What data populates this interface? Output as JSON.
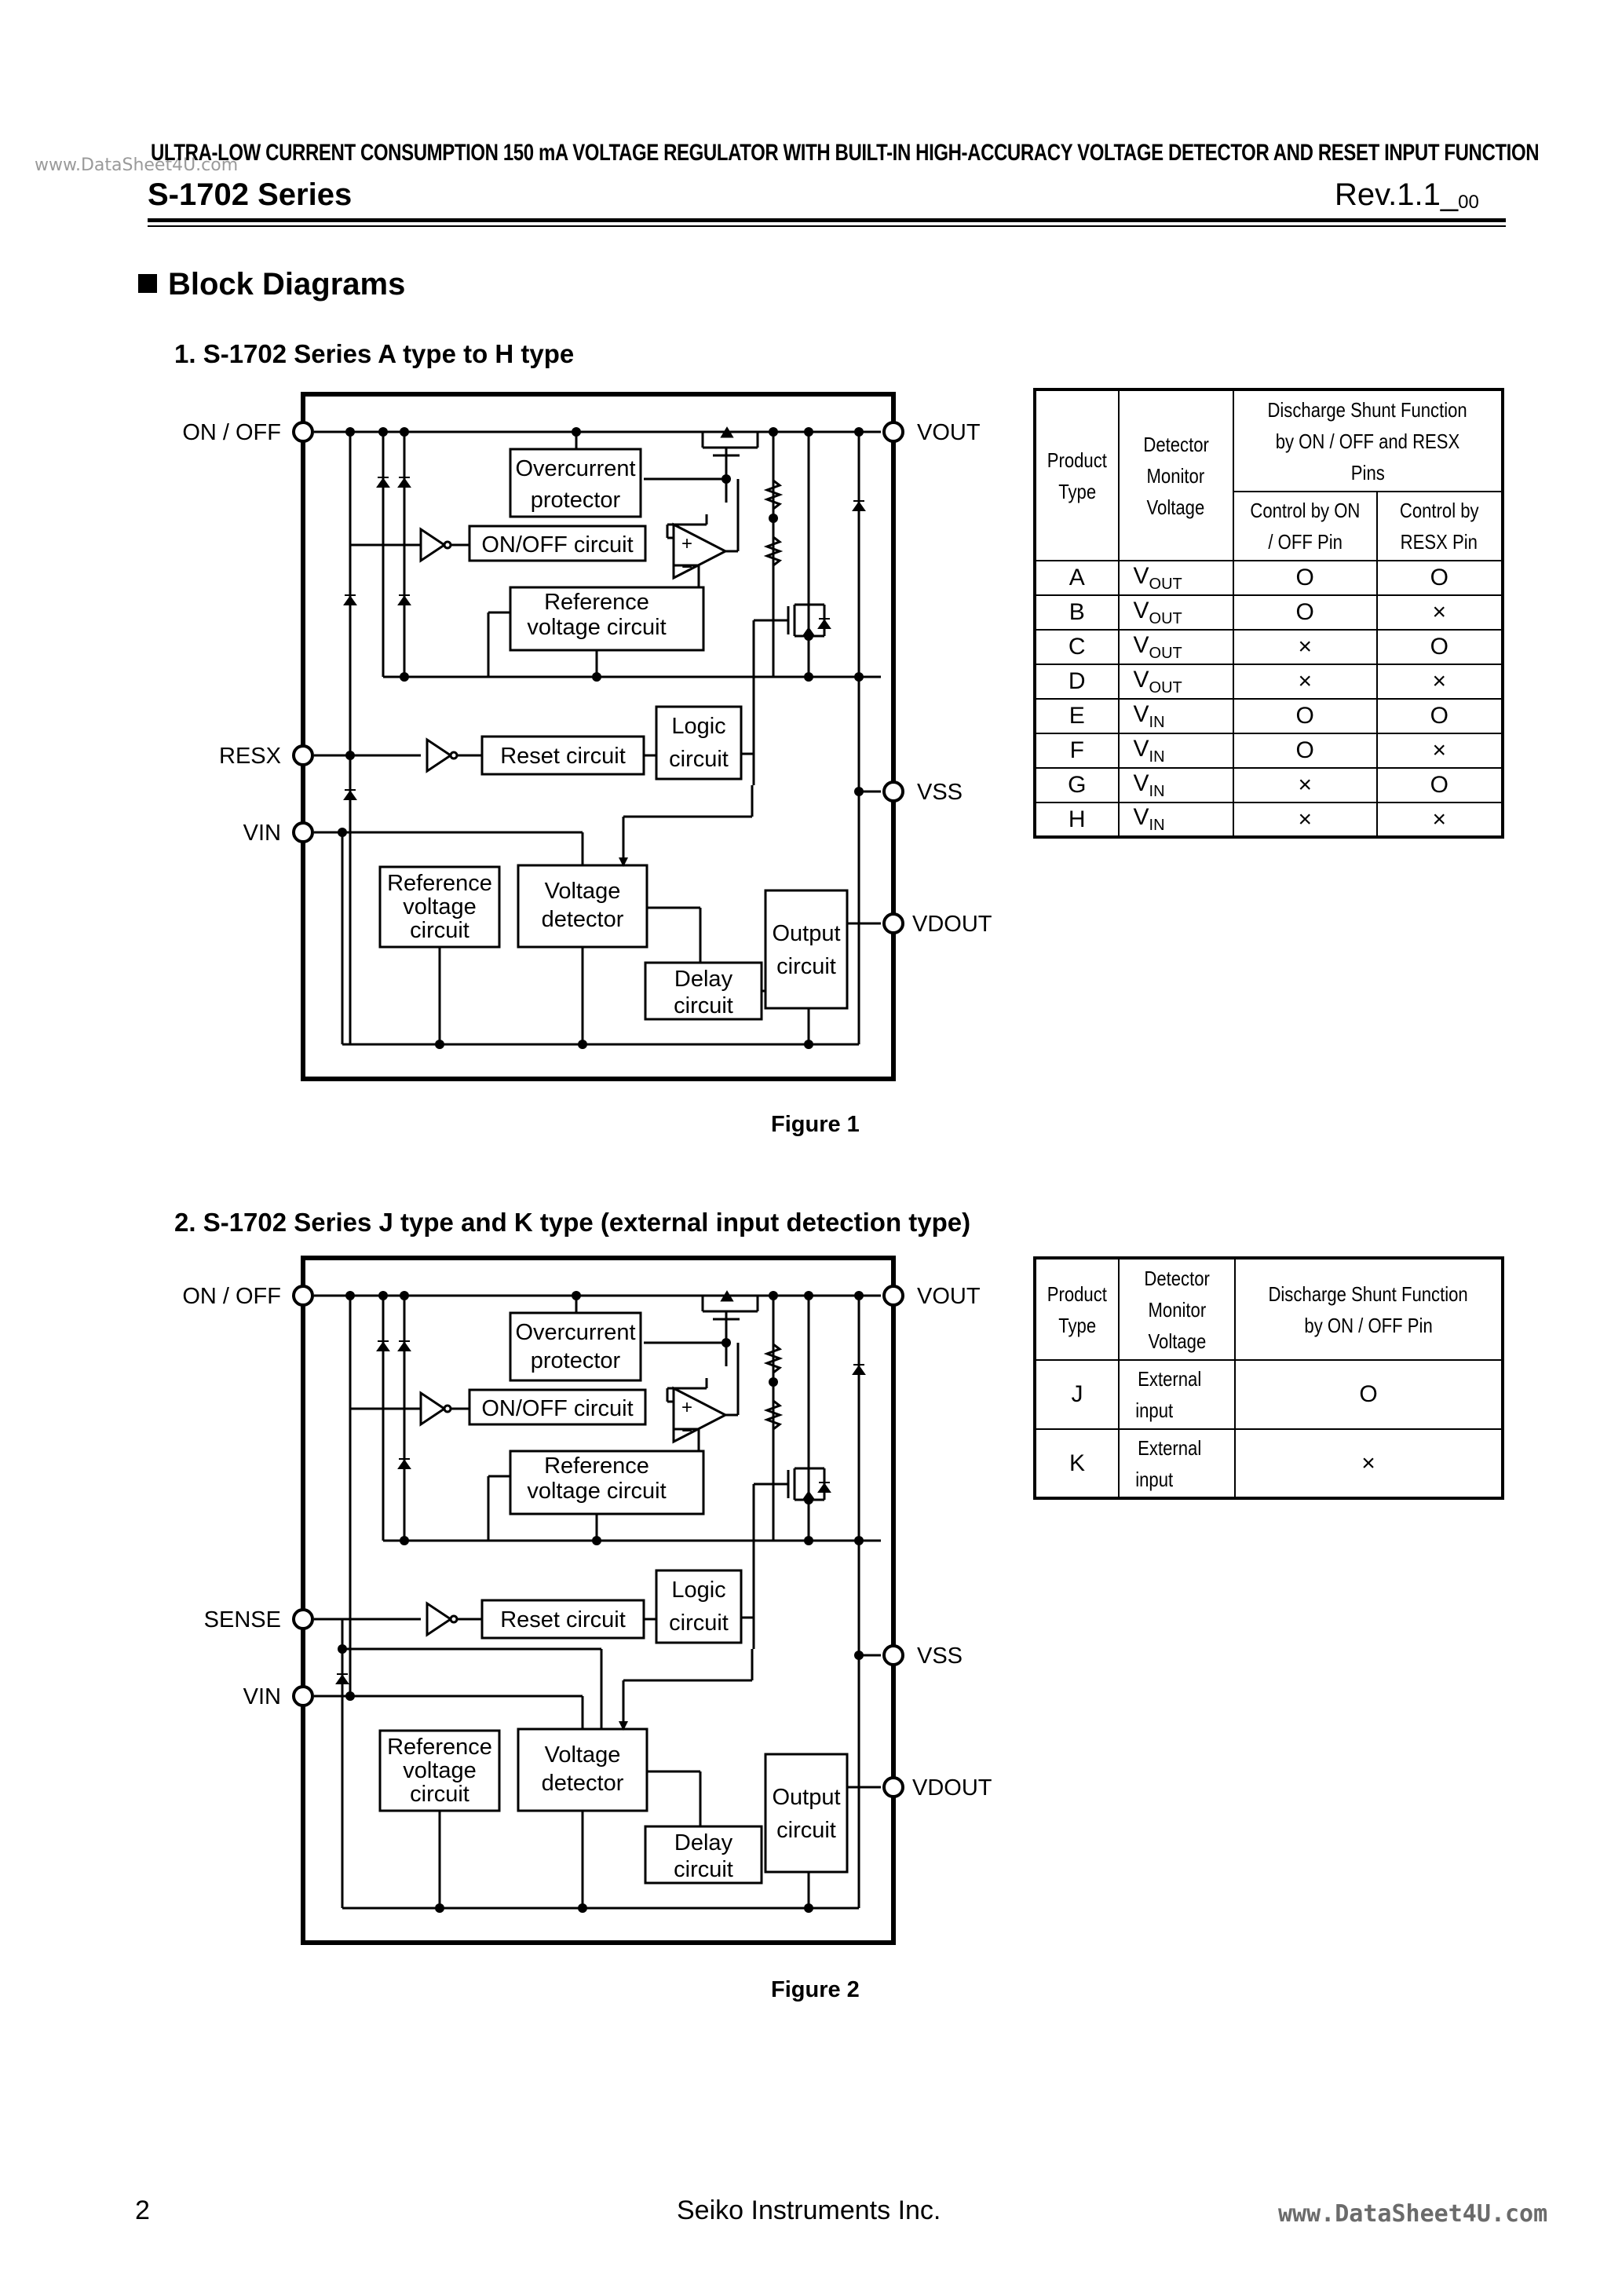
{
  "header": {
    "watermark": "www.DataSheet4U.com",
    "title": "ULTRA-LOW CURRENT CONSUMPTION 150 mA VOLTAGE REGULATOR WITH BUILT-IN HIGH-ACCURACY VOLTAGE DETECTOR AND RESET INPUT FUNCTION",
    "series": "S-1702  Series",
    "rev_main": "Rev.1.1_",
    "rev_sub": "00"
  },
  "section_title": "Block Diagrams",
  "diagram1": {
    "heading": "1.   S-1702 Series A type to H type",
    "caption": "Figure 1",
    "pins": {
      "onoff": "ON / OFF",
      "resx": "RESX",
      "vin": "VIN",
      "vout": "VOUT",
      "vss": "VSS",
      "vdout": "VDOUT"
    },
    "blocks": {
      "overcurrent_1": "Overcurrent",
      "overcurrent_2": "protector",
      "onoff_circuit": "ON/OFF circuit",
      "refv_1": "Reference",
      "refv_2": "voltage circuit",
      "reset": "Reset circuit",
      "logic_1": "Logic",
      "logic_2": "circuit",
      "ref_1": "Reference",
      "ref_2": "voltage",
      "ref_3": "circuit",
      "vdet_1": "Voltage",
      "vdet_2": "detector",
      "out_1": "Output",
      "out_2": "circuit",
      "delay_1": "Delay",
      "delay_2": "circuit"
    },
    "opamp": {
      "plus": "+",
      "minus": "−"
    }
  },
  "table1": {
    "headers": {
      "product_type": [
        "Product",
        "Type"
      ],
      "detector_monitor": [
        "Detector",
        "Monitor",
        "Voltage"
      ],
      "discharge": [
        "Discharge Shunt Function",
        "by ON / OFF and RESX",
        "Pins"
      ],
      "control_onoff": [
        "Control by ON",
        "/ OFF Pin"
      ],
      "control_resx": [
        "Control by",
        "RESX Pin"
      ]
    },
    "rows": [
      {
        "type": "A",
        "v": "V",
        "vsub": "OUT",
        "onoff": "O",
        "resx": "O"
      },
      {
        "type": "B",
        "v": "V",
        "vsub": "OUT",
        "onoff": "O",
        "resx": "×"
      },
      {
        "type": "C",
        "v": "V",
        "vsub": "OUT",
        "onoff": "×",
        "resx": "O"
      },
      {
        "type": "D",
        "v": "V",
        "vsub": "OUT",
        "onoff": "×",
        "resx": "×"
      },
      {
        "type": "E",
        "v": "V",
        "vsub": "IN",
        "onoff": "O",
        "resx": "O"
      },
      {
        "type": "F",
        "v": "V",
        "vsub": "IN",
        "onoff": "O",
        "resx": "×"
      },
      {
        "type": "G",
        "v": "V",
        "vsub": "IN",
        "onoff": "×",
        "resx": "O"
      },
      {
        "type": "H",
        "v": "V",
        "vsub": "IN",
        "onoff": "×",
        "resx": "×"
      }
    ]
  },
  "diagram2": {
    "heading": "2.   S-1702 Series J type and K type (external input detection type)",
    "caption": "Figure 2",
    "pins": {
      "onoff": "ON / OFF",
      "sense": "SENSE",
      "vin": "VIN",
      "vout": "VOUT",
      "vss": "VSS",
      "vdout": "VDOUT"
    }
  },
  "table2": {
    "headers": {
      "product_type": [
        "Product",
        "Type"
      ],
      "detector_monitor": [
        "Detector",
        "Monitor",
        "Voltage"
      ],
      "discharge": [
        "Discharge Shunt Function",
        "by ON / OFF Pin"
      ]
    },
    "rows": [
      {
        "type": "J",
        "voltage": [
          "External",
          "input"
        ],
        "mark": "O"
      },
      {
        "type": "K",
        "voltage": [
          "External",
          "input"
        ],
        "mark": "×"
      }
    ]
  },
  "footer": {
    "page_number": "2",
    "company": "Seiko Instruments Inc.",
    "watermark": "www.DataSheet4U.com"
  }
}
